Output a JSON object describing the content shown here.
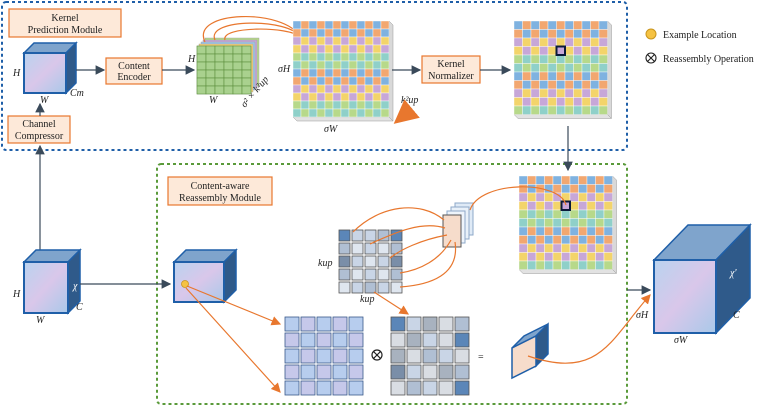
{
  "modules": {
    "kernel_prediction": "Kernel Prediction Module",
    "kernel_prediction_l1": "Kernel",
    "kernel_prediction_l2": "Prediction Module",
    "reassembly_l1": "Content-aware",
    "reassembly_l2": "Reassembly Module"
  },
  "blocks": {
    "content_encoder_l1": "Content",
    "content_encoder_l2": "Encoder",
    "kernel_normalizer_l1": "Kernel",
    "kernel_normalizer_l2": "Normalizer",
    "channel_compressor_l1": "Channel",
    "channel_compressor_l2": "Compressor"
  },
  "legend": {
    "example_location": "Example Location",
    "reassembly_operation": "Reassembly Operation"
  },
  "labels": {
    "H": "H",
    "W": "W",
    "Cm": "Cm",
    "C": "C",
    "sigma_H": "σH",
    "sigma_W": "σW",
    "channels_expr": "σ² × k²up",
    "k_up_sq": "k²up",
    "k_up": "kup",
    "chi": "χ",
    "chi_prime": "χ'",
    "otimes": "⊗",
    "equals": "="
  },
  "colors": {
    "blue_border": "#1f5fa8",
    "green_border": "#5a9a3a",
    "orange": "#e8772e",
    "block_fill": "#fde9d9",
    "block_border": "#e8772e",
    "legend_dot": "#f5c242"
  }
}
